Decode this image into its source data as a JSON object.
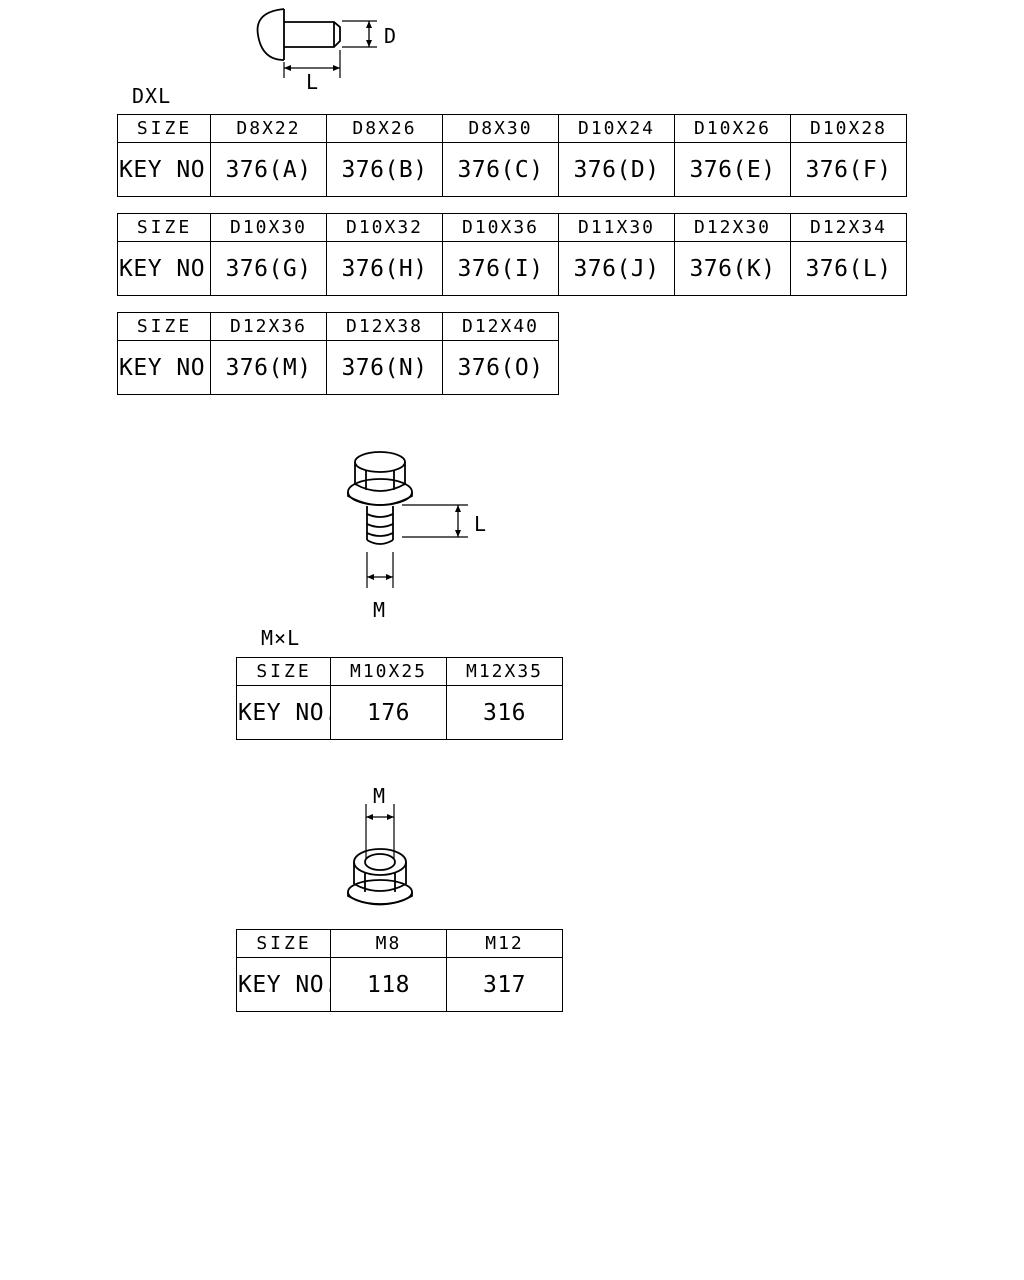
{
  "rivet": {
    "dim_d": "D",
    "dim_l": "L",
    "caption": "DXL",
    "tables": [
      {
        "size_label": "SIZE",
        "key_label": "KEY NO.",
        "sizes": [
          "D8X22",
          "D8X26",
          "D8X30",
          "D10X24",
          "D10X26",
          "D10X28"
        ],
        "keys": [
          "376(A)",
          "376(B)",
          "376(C)",
          "376(D)",
          "376(E)",
          "376(F)"
        ]
      },
      {
        "size_label": "SIZE",
        "key_label": "KEY NO.",
        "sizes": [
          "D10X30",
          "D10X32",
          "D10X36",
          "D11X30",
          "D12X30",
          "D12X34"
        ],
        "keys": [
          "376(G)",
          "376(H)",
          "376(I)",
          "376(J)",
          "376(K)",
          "376(L)"
        ]
      },
      {
        "size_label": "SIZE",
        "key_label": "KEY NO.",
        "sizes": [
          "D12X36",
          "D12X38",
          "D12X40"
        ],
        "keys": [
          "376(M)",
          "376(N)",
          "376(O)"
        ]
      }
    ]
  },
  "bolt": {
    "dim_l": "L",
    "dim_m": "M",
    "caption": "M×L",
    "table": {
      "size_label": "SIZE",
      "key_label": "KEY NO.",
      "sizes": [
        "M10X25",
        "M12X35"
      ],
      "keys": [
        "176",
        "316"
      ]
    }
  },
  "nut": {
    "dim_m": "M",
    "table": {
      "size_label": "SIZE",
      "key_label": "KEY NO.",
      "sizes": [
        "M8",
        "M12"
      ],
      "keys": [
        "118",
        "317"
      ]
    }
  }
}
